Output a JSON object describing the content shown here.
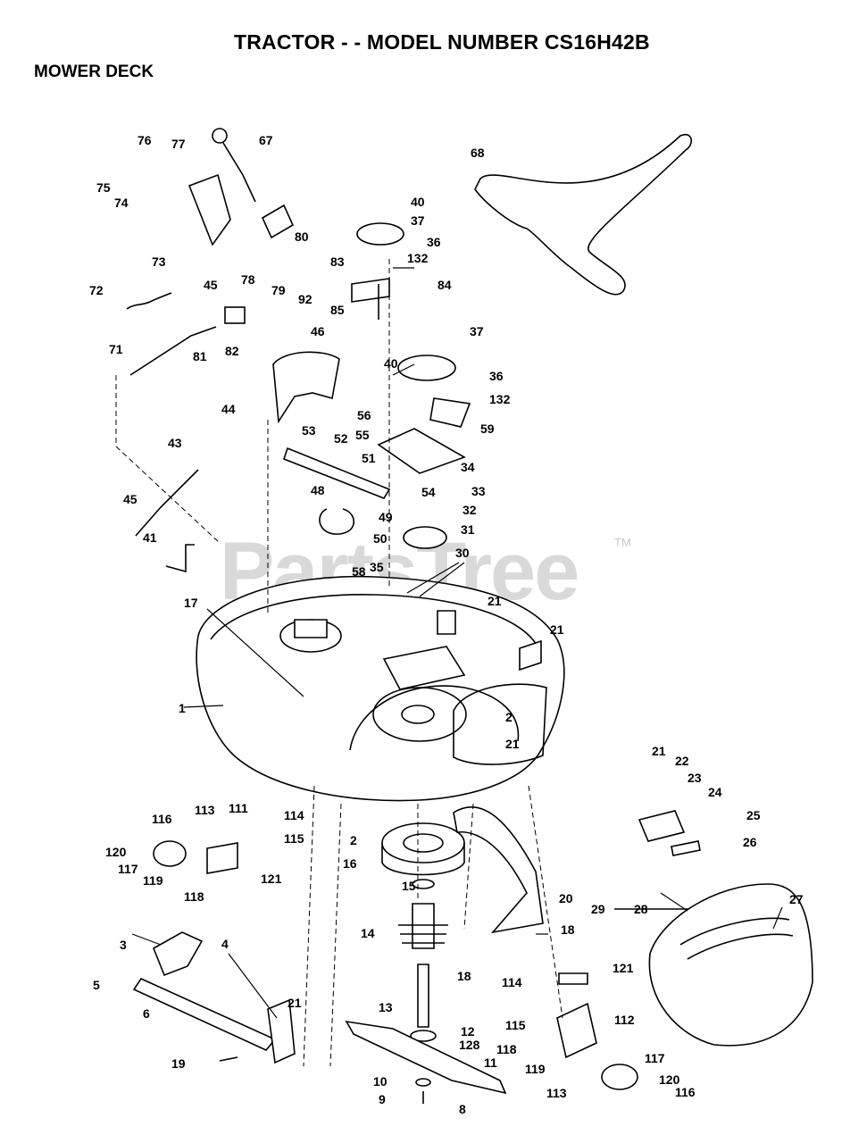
{
  "title": "TRACTOR - - MODEL NUMBER CS16H42B",
  "subtitle": "MOWER DECK",
  "watermark": "PartsTree",
  "watermark_tm": "TM",
  "callouts": [
    "76",
    "77",
    "67",
    "75",
    "74",
    "73",
    "80",
    "78",
    "79",
    "92",
    "72",
    "45",
    "82",
    "81",
    "71",
    "68",
    "40",
    "37",
    "36",
    "83",
    "132",
    "84",
    "85",
    "46",
    "37",
    "40",
    "36",
    "132",
    "44",
    "56",
    "59",
    "55",
    "53",
    "52",
    "51",
    "34",
    "48",
    "33",
    "54",
    "49",
    "32",
    "43",
    "50",
    "31",
    "45",
    "58",
    "41",
    "35",
    "30",
    "21",
    "21",
    "17",
    "1",
    "2",
    "21",
    "21",
    "22",
    "23",
    "24",
    "25",
    "26",
    "116",
    "113",
    "111",
    "114",
    "115",
    "2",
    "16",
    "120",
    "117",
    "119",
    "121",
    "118",
    "15",
    "28",
    "27",
    "29",
    "20",
    "14",
    "18",
    "3",
    "4",
    "18",
    "5",
    "21",
    "114",
    "121",
    "6",
    "13",
    "112",
    "12",
    "115",
    "128",
    "118",
    "11",
    "19",
    "119",
    "117",
    "10",
    "120",
    "9",
    "113",
    "116",
    "8"
  ]
}
